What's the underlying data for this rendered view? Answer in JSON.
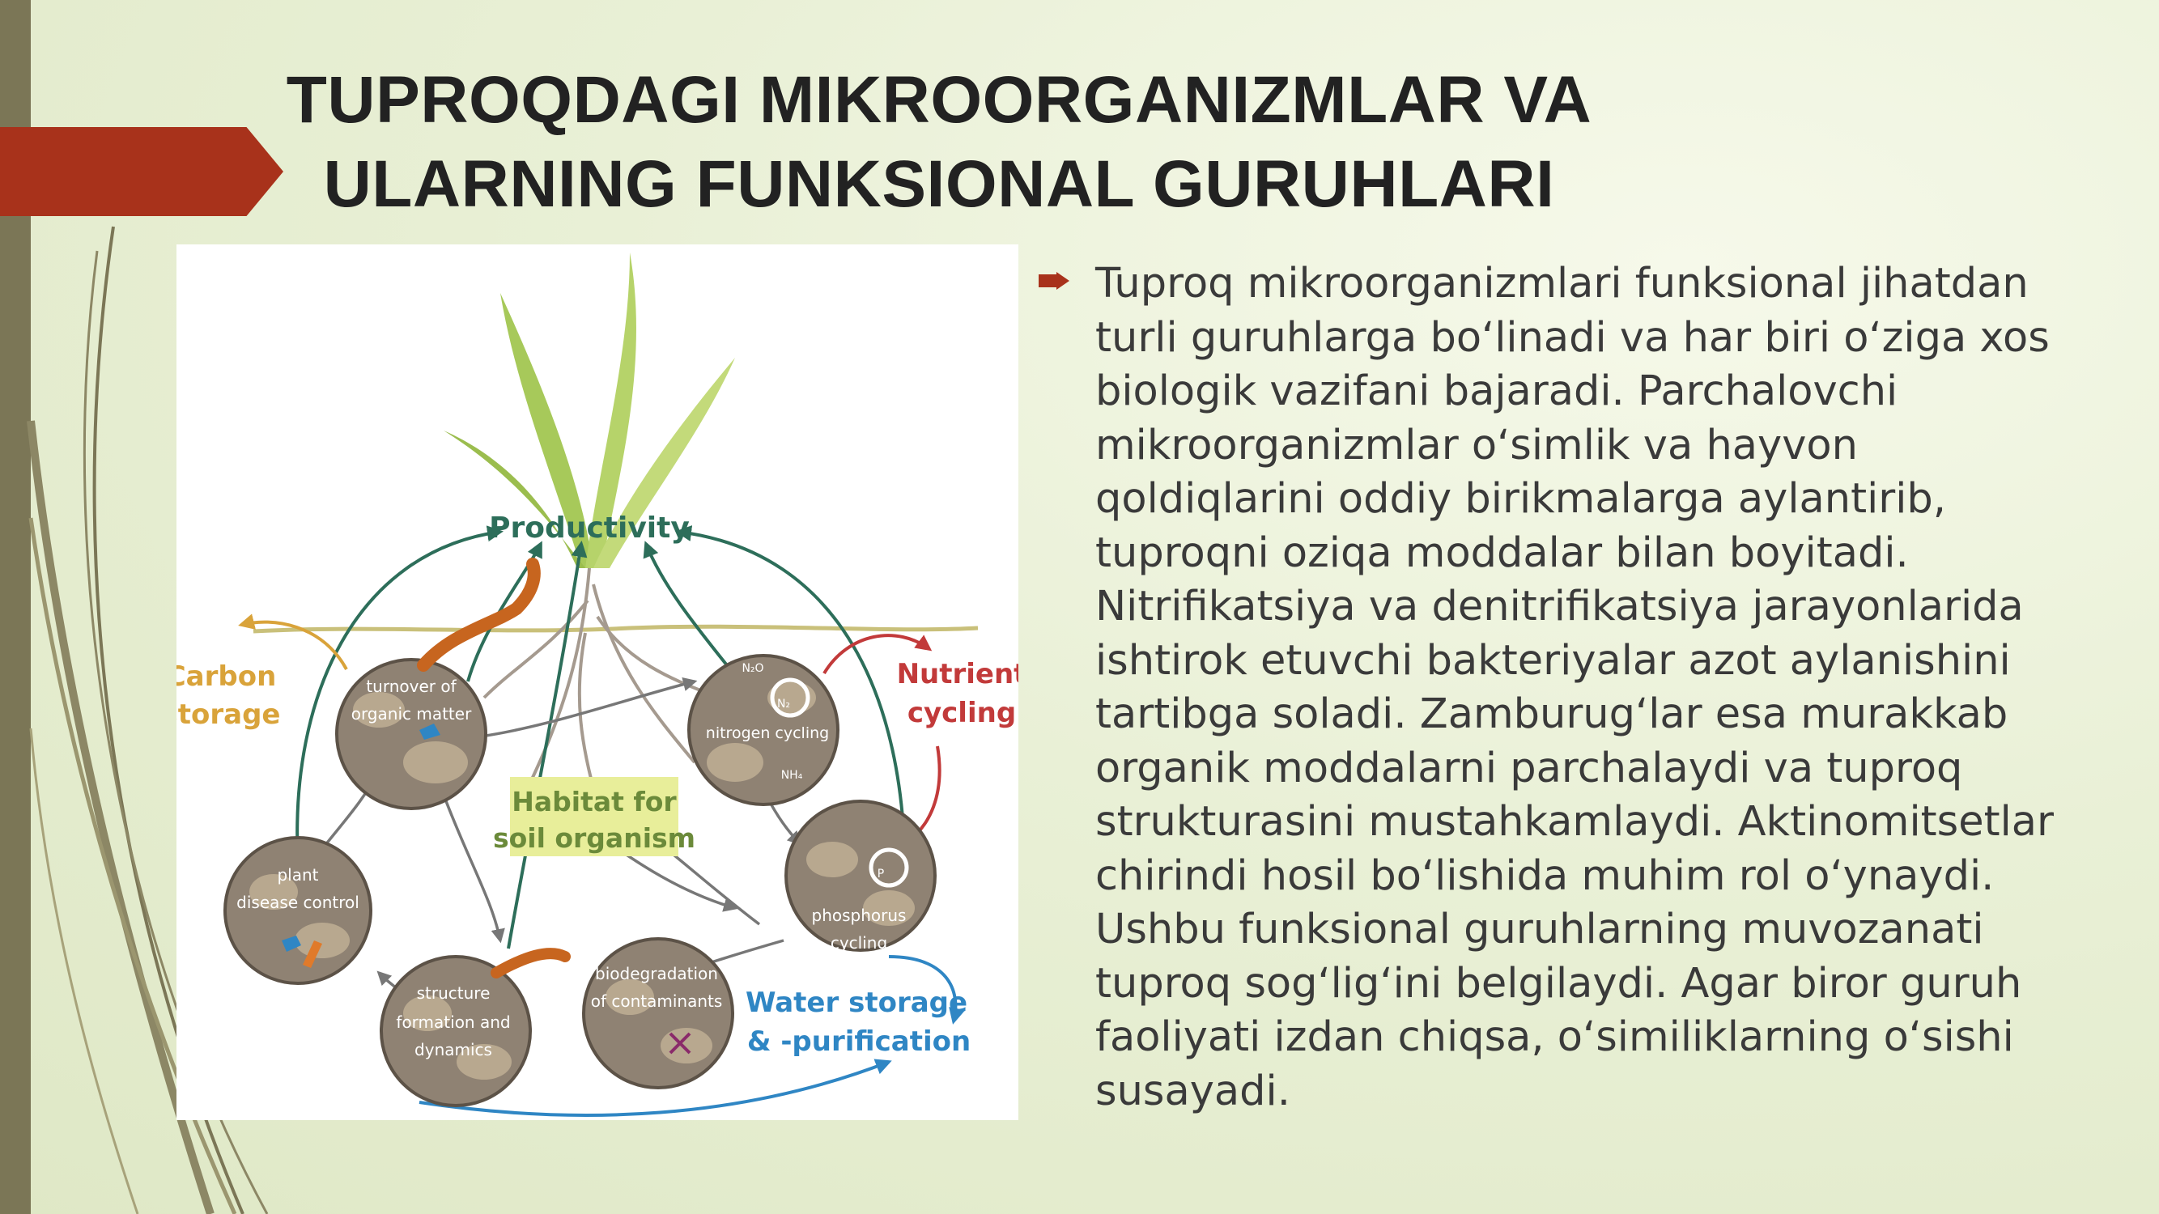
{
  "slide": {
    "title_line1": "TUPROQDAGI MIKROORGANIZMLAR VA",
    "title_line2": "ULARNING FUNKSIONAL GURUHLARI",
    "body": "Tuproq mikroorganizmlari funksional jihatdan turli guruhlarga bo‘linadi va har biri o‘ziga xos biologik vazifani bajaradi. Parchalovchi mikroorganizmlar o‘simlik va hayvon qoldiqlarini oddiy birikmalarga aylantirib, tuproqni oziqa moddalar bilan boyitadi. Nitrifikatsiya va denitrifikatsiya jarayonlarida ishtirok etuvchi bakteriyalar azot aylanishini tartibga soladi. Zamburug‘lar esa murakkab organik moddalarni parchalaydi va tuproq strukturasini mustahkamlaydi. Aktinomitsetlar chirindi hosil bo‘lishida muhim rol o‘ynaydi. Ushbu funksional guruhlarning muvozanati tuproq sog‘lig‘ini belgilaydi. Agar biror guruh faoliyati izdan chiqsa, o‘similiklarning o‘sishi susayadi."
  },
  "diagram": {
    "productivity": "Productivity",
    "carbon_storage_1": "Carbon",
    "carbon_storage_2": "storage",
    "nutrient_cycling_1": "Nutrient",
    "nutrient_cycling_2": "cycling",
    "habitat_1": "Habitat for",
    "habitat_2": "soil organism",
    "water_1": "Water storage",
    "water_2": "& -purification",
    "turnover_1": "turnover of",
    "turnover_2": "organic matter",
    "nitrogen": "nitrogen cycling",
    "plant_1": "plant",
    "plant_2": "disease control",
    "phosphorus_1": "phosphorus",
    "phosphorus_2": "cycling",
    "structure_1": "structure",
    "structure_2": "formation and",
    "structure_3": "dynamics",
    "biodeg_1": "biodegradation",
    "biodeg_2": "of contaminants",
    "n2o": "N₂O",
    "n2": "N₂",
    "nh4": "NH₄",
    "p": "P"
  },
  "colors": {
    "accent_red": "#a8321b",
    "left_bar": "#7b7656",
    "title": "#222222",
    "body_text": "#3a3a3a",
    "carbon_label": "#d9a33a",
    "nutrient_label": "#c23a3a",
    "productivity_label": "#2d6e5a",
    "water_label": "#2f86c4",
    "habitat_box": "#e8ee9a",
    "habitat_text": "#6b8a3a"
  },
  "icons": {
    "bullet": "arrow-bullet-icon"
  }
}
